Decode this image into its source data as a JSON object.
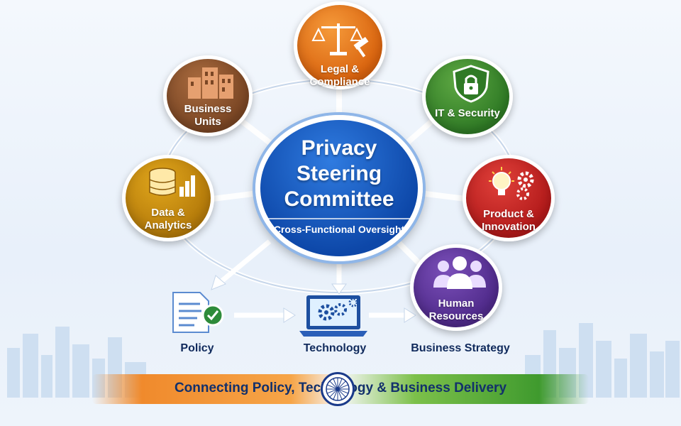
{
  "center": {
    "title_lines": [
      "Privacy",
      "Steering",
      "Committee"
    ],
    "subtitle": "Cross-Functional Oversight"
  },
  "nodes": {
    "legal": {
      "label": "Legal & Compliance",
      "icon": "scales-gavel-icon",
      "color": "#e8761a"
    },
    "business_units": {
      "label": "Business Units",
      "icon": "buildings-icon",
      "color": "#8a5230"
    },
    "it_security": {
      "label": "IT & Security",
      "icon": "shield-lock-icon",
      "color": "#3c8a2e"
    },
    "data_analytics": {
      "label": "Data & Analytics",
      "icon": "database-chart-icon",
      "color": "#c98d12"
    },
    "product_innovation": {
      "label": "Product & Innovation",
      "icon": "lightbulb-gears-icon",
      "color": "#c42824"
    },
    "human_resources": {
      "label": "Human Resources",
      "icon": "people-icon",
      "color": "#5e3799"
    }
  },
  "flow": {
    "policy": {
      "label": "Policy",
      "icon": "document-check-icon"
    },
    "technology": {
      "label": "Technology",
      "icon": "laptop-gears-icon"
    },
    "strategy": {
      "label": "Business Strategy",
      "icon": ""
    }
  },
  "banner": {
    "text": "Connecting Policy, Technology & Business Delivery",
    "icon": "ashoka-chakra-icon"
  }
}
